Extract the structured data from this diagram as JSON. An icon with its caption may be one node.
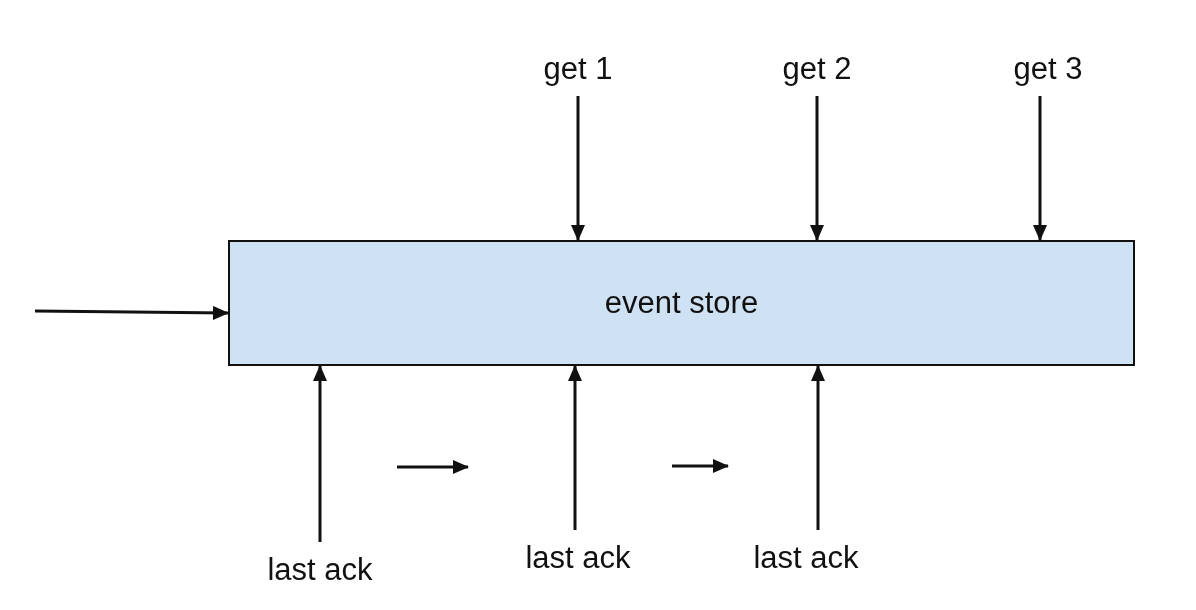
{
  "diagram": {
    "nodes": [
      {
        "text": [
          "event store"
        ]
      },
      {
        "text": [
          "get 1"
        ]
      },
      {
        "text": [
          "get 2"
        ]
      },
      {
        "text": [
          "get 3"
        ]
      },
      {
        "text": [
          "last ack"
        ]
      },
      {
        "text": [
          "last ack"
        ]
      },
      {
        "text": [
          "last ack"
        ]
      }
    ],
    "edges": [
      {
        "from": null,
        "to": 0,
        "arrow": "to"
      },
      {
        "from": 1,
        "to": 0,
        "arrow": "to"
      },
      {
        "from": 2,
        "to": 0,
        "arrow": "to"
      },
      {
        "from": 3,
        "to": 0,
        "arrow": "to"
      },
      {
        "from": 4,
        "to": 0,
        "arrow": "to"
      },
      {
        "from": 5,
        "to": 0,
        "arrow": "to"
      },
      {
        "from": 6,
        "to": 0,
        "arrow": "to"
      }
    ]
  }
}
